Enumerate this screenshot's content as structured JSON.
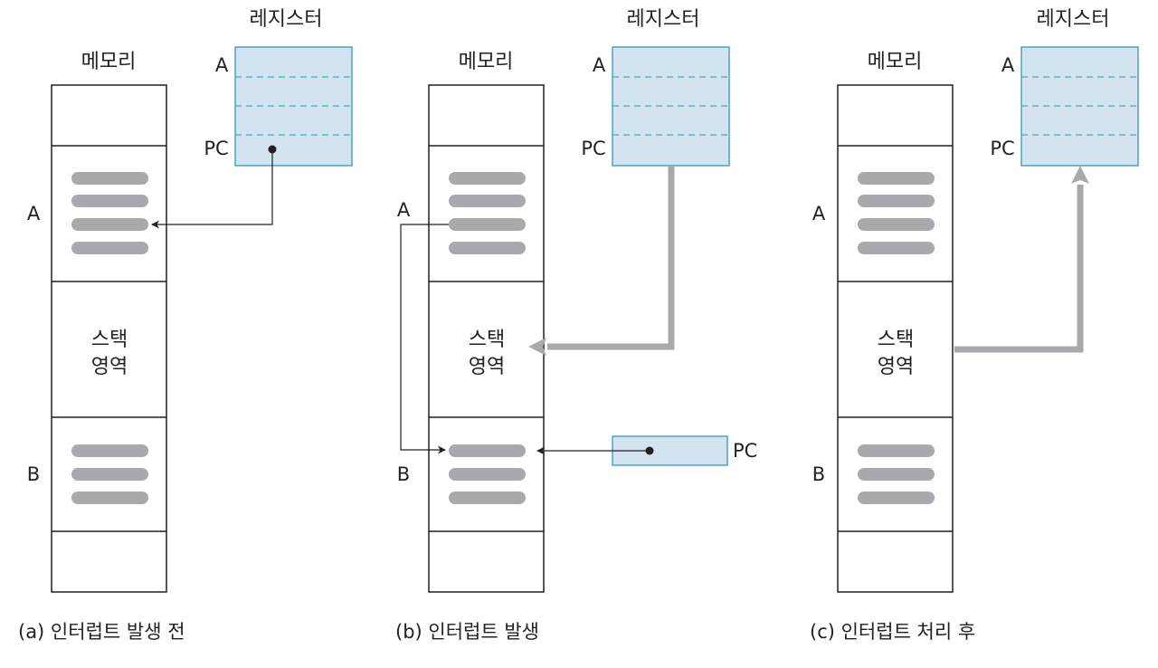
{
  "panels": [
    {
      "caption": "(a) 인터럽트 발생 전",
      "memory_title": "메모리",
      "register_title": "레지스터",
      "stack_label_line1": "스택",
      "stack_label_line2": "영역",
      "mem_label_a": "A",
      "mem_label_b": "B",
      "reg_label_a": "A",
      "reg_label_pc": "PC"
    },
    {
      "caption": "(b) 인터럽트 발생",
      "memory_title": "메모리",
      "register_title": "레지스터",
      "stack_label_line1": "스택",
      "stack_label_line2": "영역",
      "mem_label_a": "A",
      "mem_label_b": "B",
      "reg_label_a": "A",
      "reg_label_pc": "PC",
      "new_pc_label": "PC"
    },
    {
      "caption": "(c) 인터럽트 처리 후",
      "memory_title": "메모리",
      "register_title": "레지스터",
      "stack_label_line1": "스택",
      "stack_label_line2": "영역",
      "mem_label_a": "A",
      "mem_label_b": "B",
      "reg_label_a": "A",
      "reg_label_pc": "PC"
    }
  ],
  "colors": {
    "register_fill": "#d3e3f0",
    "register_border": "#4aa3c8",
    "instruction_bar": "#a7a9ac",
    "thick_arrow": "#a7a9ac",
    "outline": "#231f20"
  }
}
